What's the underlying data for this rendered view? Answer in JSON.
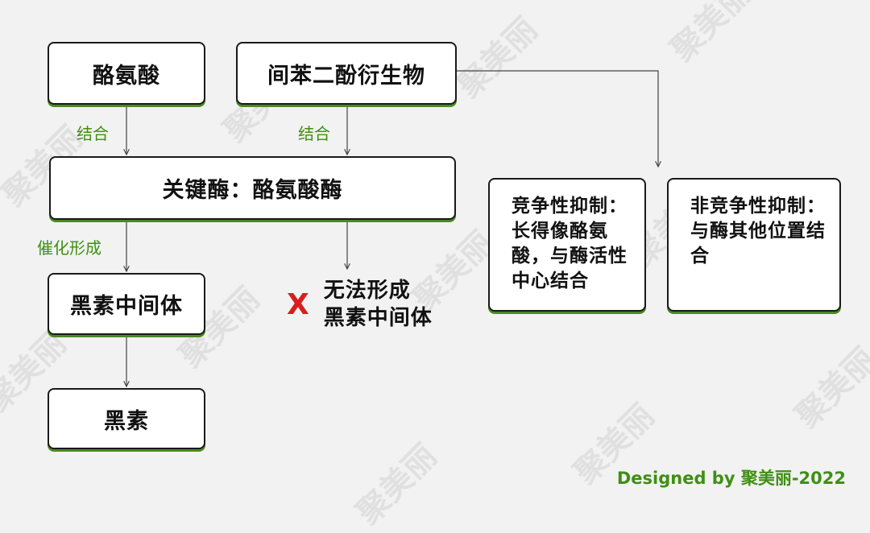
{
  "nodes": {
    "tyrosine": "酪氨酸",
    "resorcinol": "间苯二酚衍生物",
    "enzyme": "关键酶：酪氨酸酶",
    "intermediate": "黑素中间体",
    "melanin": "黑素",
    "competitive": "竞争性抑制：长得像酪氨酸，与酶活性中心结合",
    "noncompetitive": "非竞争性抑制：与酶其他位置结合"
  },
  "labels": {
    "bind_left": "结合",
    "bind_right": "结合",
    "catalyze": "催化形成"
  },
  "no_form": {
    "mark": "X",
    "text": "无法形成\n黑素中间体"
  },
  "credit": "Designed by 聚美丽-2022",
  "watermark": "聚美丽",
  "colors": {
    "accent_green": "#3f8f14",
    "shadow_green": "#4a8a1f",
    "x_red": "#d81e1e",
    "background": "#f2f2f2"
  }
}
